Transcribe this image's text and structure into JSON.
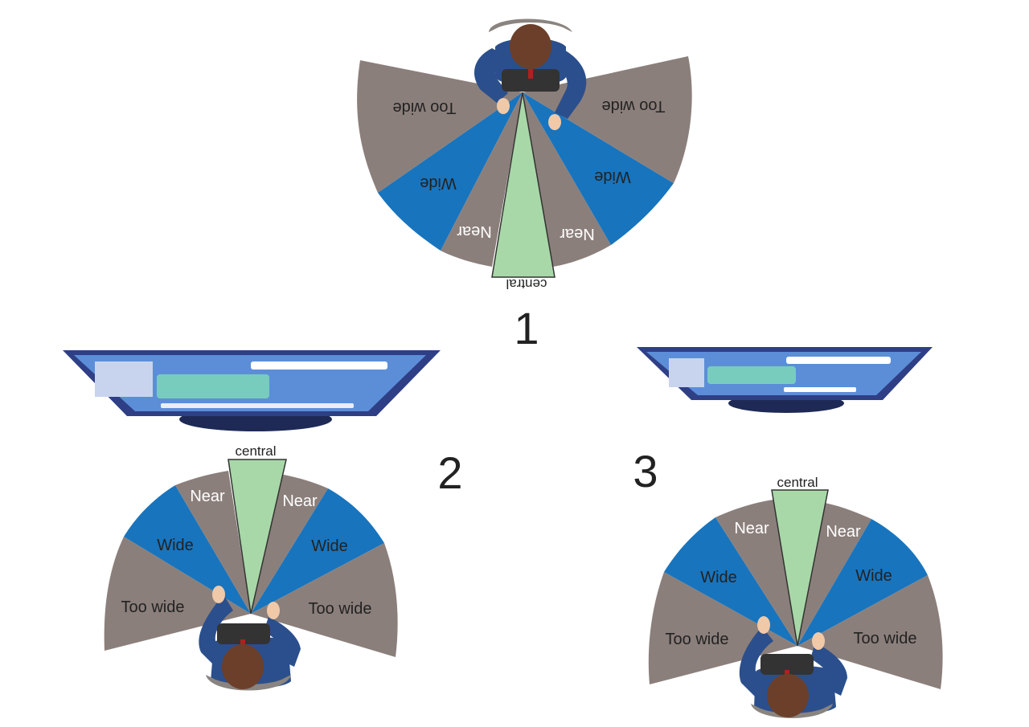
{
  "labels": {
    "too_wide": "Too wide",
    "wide": "Wide",
    "near": "Near",
    "central": "central"
  },
  "numbers": {
    "one": "1",
    "two": "2",
    "three": "3"
  },
  "colors": {
    "too_wide": "#8b7f7b",
    "wide": "#1874bd",
    "near": "#8b7f7b",
    "central": "#a8d8a8",
    "central_stroke": "#333333",
    "suit": "#2b4f8c",
    "hair": "#6b3f2a",
    "skin": "#f0c9a8",
    "monitor_frame": "#2e3f86",
    "screen": "#5c8ed8",
    "chair": "#8a8480"
  }
}
